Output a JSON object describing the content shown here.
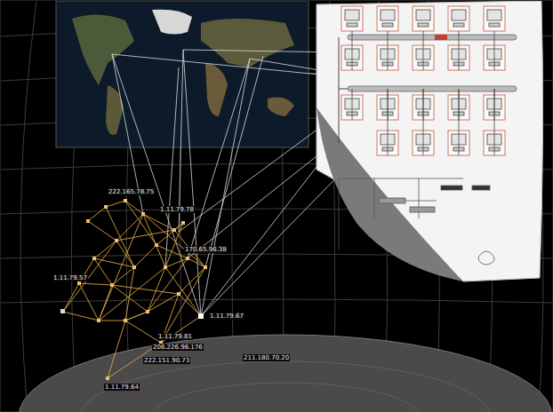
{
  "diagram": {
    "labels": [
      "222.165.78.75",
      "1.11.79.78",
      "170.65.96.38",
      "1.11.79.67",
      "1.11.79.57",
      "1.11.79.81",
      "206.226.96.176",
      "222.151.90.73",
      "1.11.79.64",
      "211.180.70.20"
    ]
  }
}
